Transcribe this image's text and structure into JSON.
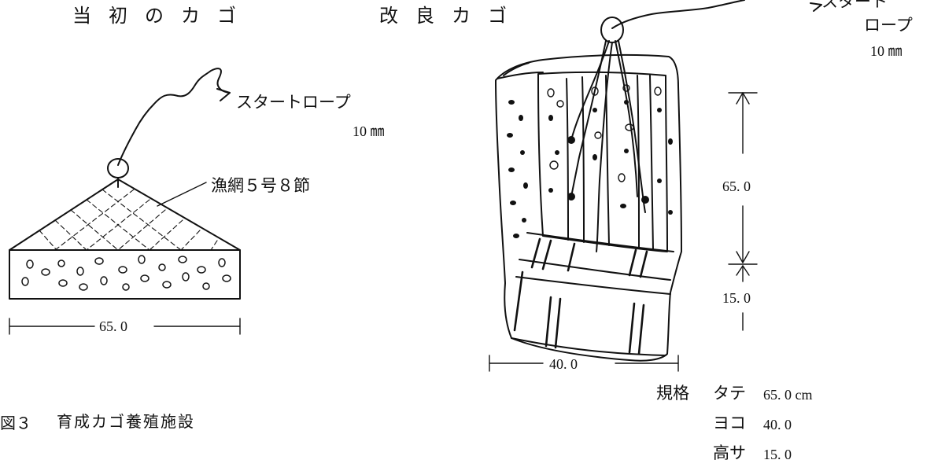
{
  "headings": {
    "original": "当初のカゴ",
    "improved": "改良カゴ"
  },
  "left_cage": {
    "rope_label": "スタートロープ",
    "rope_size": "10 ㎜",
    "net_label": "漁網５号８節",
    "width": "65. 0"
  },
  "right_cage": {
    "rope_label_line1": "スタート",
    "rope_label_line2": "ロープ",
    "rope_size": "10 ㎜",
    "height": "65. 0",
    "depth": "15. 0",
    "width": "40. 0"
  },
  "specs": {
    "title": "規格",
    "rows": [
      {
        "label": "タテ",
        "value": "65. 0 cm"
      },
      {
        "label": "ヨコ",
        "value": "40. 0"
      },
      {
        "label": "高サ",
        "value": "15. 0"
      }
    ]
  },
  "caption": {
    "figure": "図３",
    "text": "育成カゴ養殖施設"
  }
}
